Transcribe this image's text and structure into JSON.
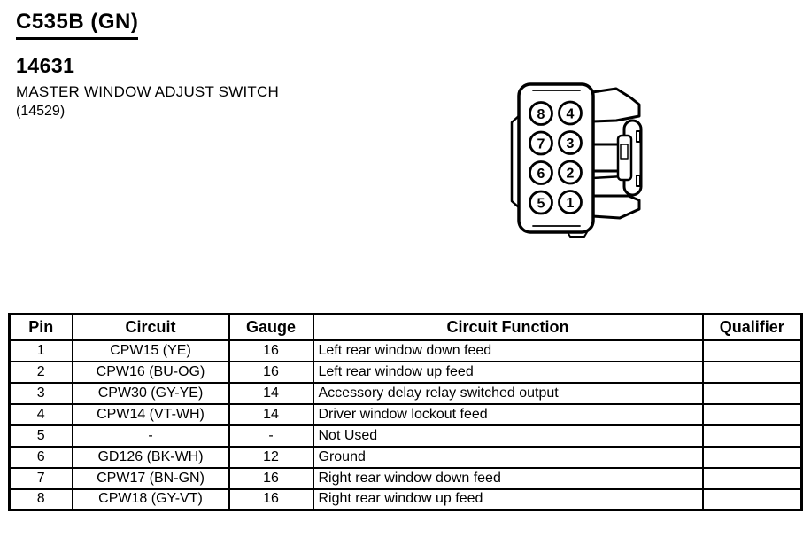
{
  "header": {
    "connector_id": "C535B (GN)",
    "part_number": "14631",
    "component_name": "MASTER WINDOW ADJUST SWITCH",
    "base_part_number": "(14529)"
  },
  "connector_diagram": {
    "description": "8-cavity connector face view",
    "pins": [
      "8",
      "4",
      "7",
      "3",
      "6",
      "2",
      "5",
      "1"
    ]
  },
  "table": {
    "headers": [
      "Pin",
      "Circuit",
      "Gauge",
      "Circuit Function",
      "Qualifier"
    ],
    "rows": [
      {
        "pin": "1",
        "circuit": "CPW15 (YE)",
        "gauge": "16",
        "function": "Left rear window down feed",
        "qualifier": ""
      },
      {
        "pin": "2",
        "circuit": "CPW16 (BU-OG)",
        "gauge": "16",
        "function": "Left rear window up feed",
        "qualifier": ""
      },
      {
        "pin": "3",
        "circuit": "CPW30 (GY-YE)",
        "gauge": "14",
        "function": "Accessory delay relay switched output",
        "qualifier": ""
      },
      {
        "pin": "4",
        "circuit": "CPW14 (VT-WH)",
        "gauge": "14",
        "function": "Driver window lockout feed",
        "qualifier": ""
      },
      {
        "pin": "5",
        "circuit": "-",
        "gauge": "-",
        "function": "Not Used",
        "qualifier": ""
      },
      {
        "pin": "6",
        "circuit": "GD126 (BK-WH)",
        "gauge": "12",
        "function": "Ground",
        "qualifier": ""
      },
      {
        "pin": "7",
        "circuit": "CPW17 (BN-GN)",
        "gauge": "16",
        "function": "Right rear window down feed",
        "qualifier": ""
      },
      {
        "pin": "8",
        "circuit": "CPW18 (GY-VT)",
        "gauge": "16",
        "function": "Right rear window up feed",
        "qualifier": ""
      }
    ]
  },
  "colors": {
    "ink": "#000000",
    "paper": "#ffffff"
  }
}
